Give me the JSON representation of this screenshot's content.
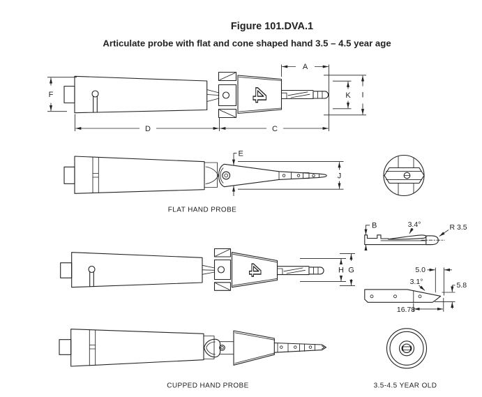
{
  "figure": {
    "title": "Figure 101.DVA.1",
    "subtitle": "Articulate probe with flat and cone shaped hand 3.5 – 4.5 year age"
  },
  "captions": {
    "flat_hand_probe": "FLAT HAND PROBE",
    "cupped_hand_probe": "CUPPED HAND PROBE",
    "age_group": "3.5-4.5 YEAR OLD"
  },
  "dim_labels": {
    "A": "A",
    "B": "B",
    "C": "C",
    "D": "D",
    "E": "E",
    "F": "F",
    "G": "G",
    "H": "H",
    "I": "I",
    "J": "J",
    "K": "K"
  },
  "measurements": {
    "cone_finger_angle": "3.4°",
    "cone_tip_radius": "R 3.5",
    "flat_tip_offset": "5.0",
    "flat_tip_angle": "3.1°",
    "flat_tip_height": "5.8",
    "flat_tip_length": "16.78"
  },
  "markings": {
    "hand_size_cone_top": "4",
    "hand_size_cone_lower": "4"
  },
  "colors": {
    "line": "#222222",
    "background": "#ffffff"
  }
}
